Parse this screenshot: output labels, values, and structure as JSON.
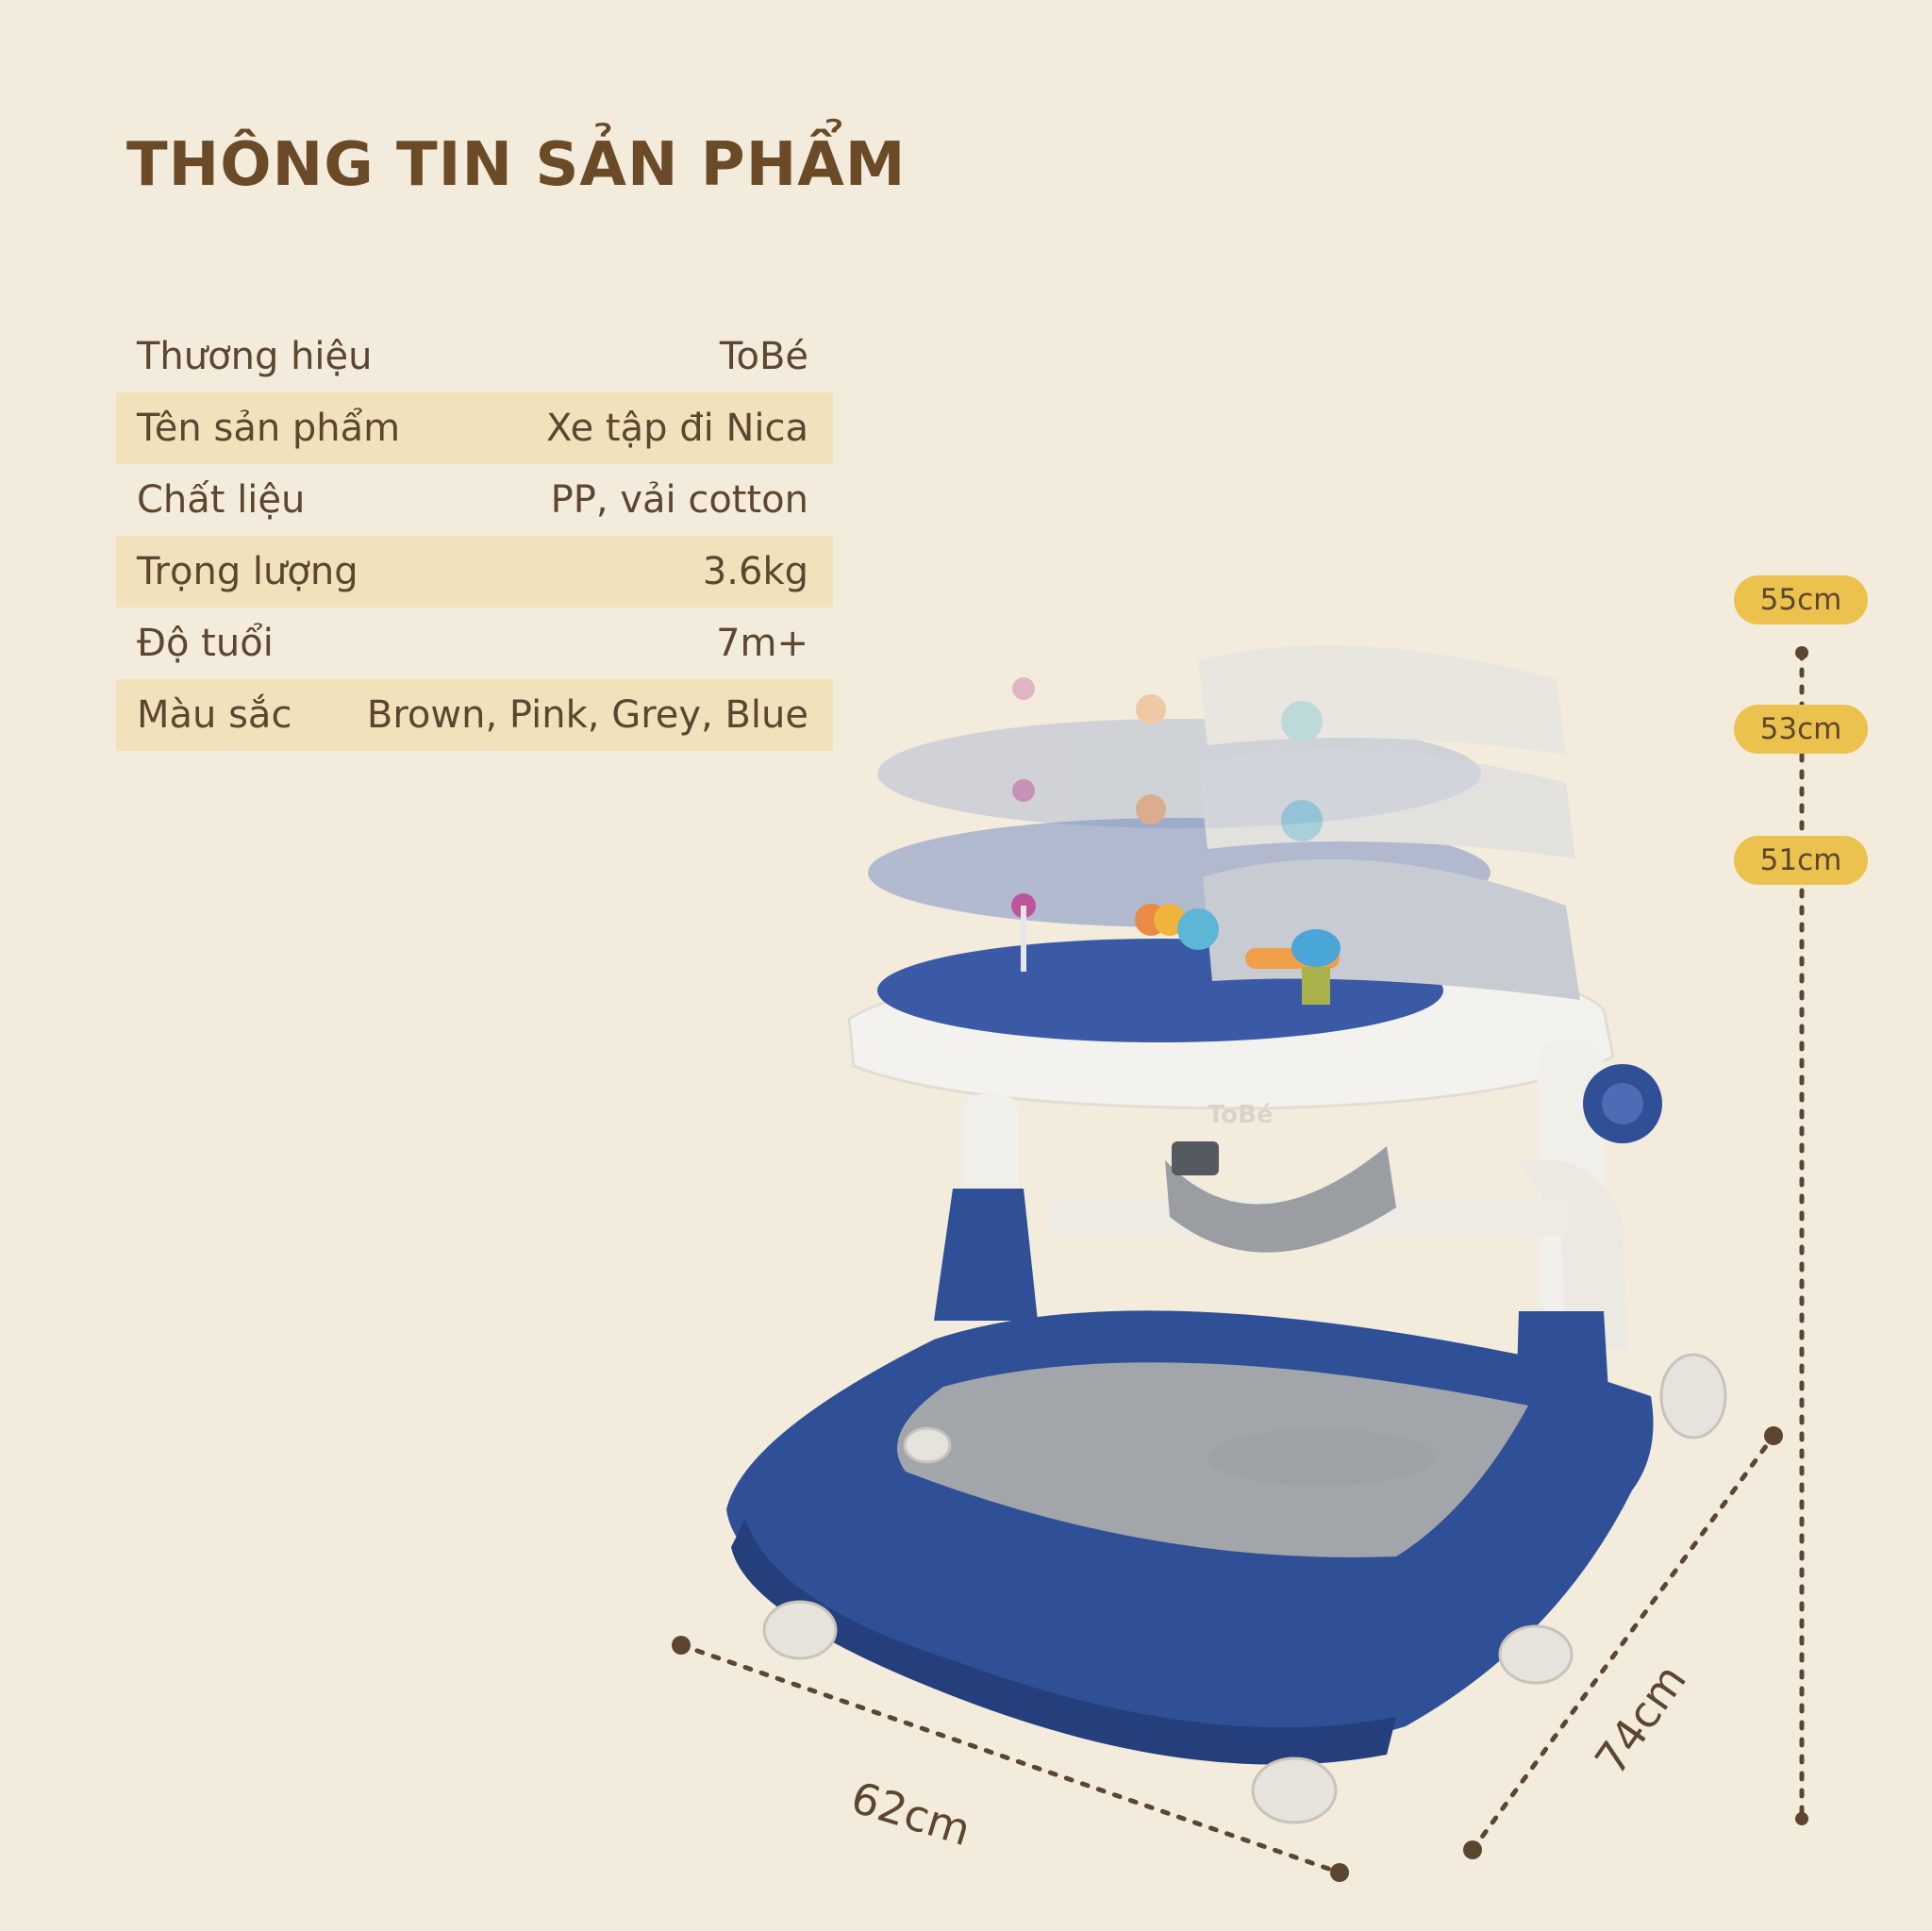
{
  "title": "THÔNG TIN SẢN PHẨM",
  "specs": [
    {
      "label": "Thương hiệu",
      "value": "ToBé"
    },
    {
      "label": "Tên sản phẩm",
      "value": "Xe tập đi Nica"
    },
    {
      "label": "Chất liệu",
      "value": "PP, vải cotton"
    },
    {
      "label": "Trọng lượng",
      "value": "3.6kg"
    },
    {
      "label": "Độ tuổi",
      "value": "7m+"
    },
    {
      "label": "Màu sắc",
      "value": "Brown, Pink, Grey, Blue"
    }
  ],
  "dimensions": {
    "heights": [
      "55cm",
      "53cm",
      "51cm"
    ],
    "width": "62cm",
    "depth": "74cm"
  },
  "logo_text": "ToBé",
  "colors": {
    "background": "#f3ecdc",
    "title": "#6b4a28",
    "text": "#5c4630",
    "row_shade": "#f1e2bb",
    "pill": "#ebc24e",
    "walker_blue": "#2f4f96",
    "walker_white": "#f4f2ee",
    "fabric_grey": "#9a9da2"
  }
}
